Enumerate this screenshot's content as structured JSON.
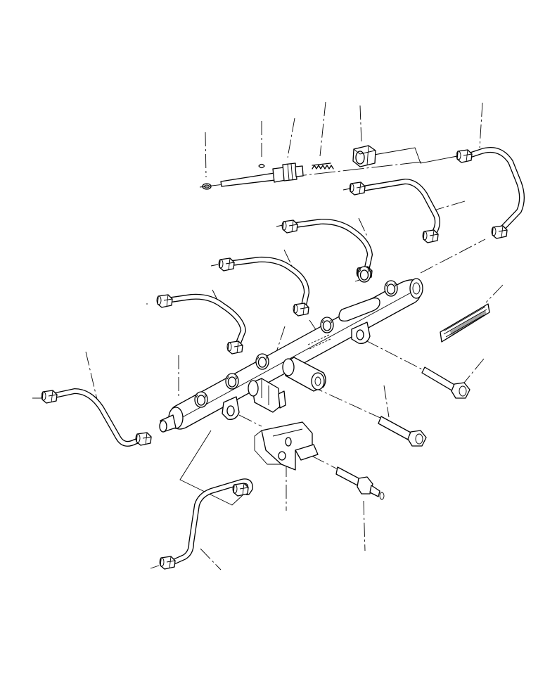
{
  "diagram": {
    "kind": "exploded parts illustration",
    "parts": [
      {
        "id": "o-ring",
        "icon": "o-ring-icon"
      },
      {
        "id": "pressure-relief-valve",
        "icon": "valve-icon"
      },
      {
        "id": "clip",
        "icon": "clip-icon"
      },
      {
        "id": "spring",
        "icon": "spring-icon"
      },
      {
        "id": "union-nut",
        "icon": "nut-icon"
      },
      {
        "id": "fuel-line-1",
        "icon": "tube-icon"
      },
      {
        "id": "fuel-line-2",
        "icon": "tube-icon"
      },
      {
        "id": "fuel-line-3",
        "icon": "tube-icon"
      },
      {
        "id": "fuel-line-4",
        "icon": "tube-icon"
      },
      {
        "id": "fuel-line-5",
        "icon": "tube-icon"
      },
      {
        "id": "fuel-line-6",
        "icon": "tube-icon"
      },
      {
        "id": "supply-line",
        "icon": "tube-icon"
      },
      {
        "id": "fuel-rail",
        "icon": "rail-icon"
      },
      {
        "id": "pressure-sensor",
        "icon": "sensor-icon"
      },
      {
        "id": "label-plate",
        "icon": "label-icon"
      },
      {
        "id": "bolt-upper",
        "icon": "bolt-icon"
      },
      {
        "id": "bolt-lower",
        "icon": "bolt-icon"
      },
      {
        "id": "bracket",
        "icon": "bracket-icon"
      },
      {
        "id": "stud",
        "icon": "stud-icon"
      }
    ],
    "colors": {
      "line": "#000000",
      "background": "#ffffff"
    }
  }
}
